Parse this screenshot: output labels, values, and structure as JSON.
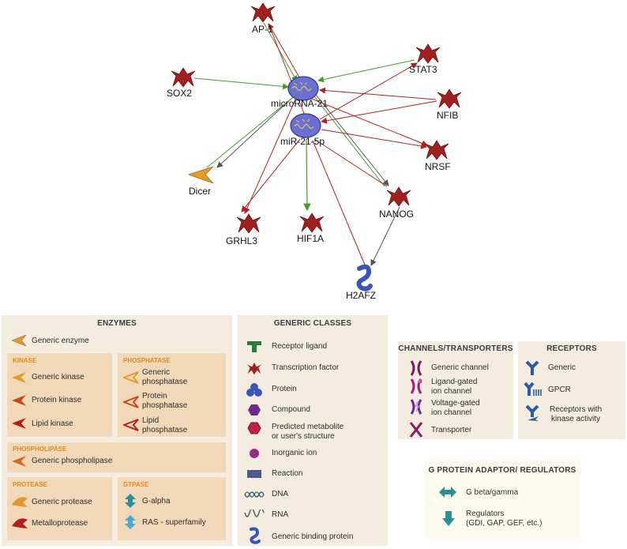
{
  "network": {
    "nodes": {
      "ap1": "AP-1",
      "stat3": "STAT3",
      "sox2": "SOX2",
      "microrna21": "microRNA-21",
      "nfib": "NFIB",
      "mir21_5p": "miR-21-5p",
      "dicer": "Dicer",
      "nrsf": "NRSF",
      "nanog": "NANOG",
      "grhl3": "GRHL3",
      "hif1a": "HIF1A",
      "h2afz": "H2AFZ"
    },
    "colors": {
      "activation": "#4a9a2a",
      "inhibition": "#b22020",
      "unspecified": "#555555"
    }
  },
  "legend": {
    "enzymes": {
      "title": "ENZYMES",
      "generic_enzyme": "Generic enzyme",
      "kinase": {
        "title": "KINASE",
        "items": [
          "Generic kinase",
          "Protein kinase",
          "Lipid kinase"
        ]
      },
      "phosphatase": {
        "title": "PHOSPHATASE",
        "items": [
          "Generic\nphosphatase",
          "Protein\nphosphatase",
          "Lipid\nphosphatase"
        ]
      },
      "phospholipase": {
        "title": "PHOSPHOLIPASE",
        "items": [
          "Generic phospholipase"
        ]
      },
      "protease": {
        "title": "PROTEASE",
        "items": [
          "Generic protease",
          "Metalloprotease"
        ]
      },
      "gtpase": {
        "title": "GTPASE",
        "items": [
          "G-alpha",
          "RAS - superfamily"
        ]
      }
    },
    "generic_classes": {
      "title": "GENERIC CLASSES",
      "items": [
        "Receptor ligand",
        "Transcription factor",
        "Protein",
        "Compound",
        "Predicted metabolite\nor user's structure",
        "Inorganic ion",
        "Reaction",
        "DNA",
        "RNA",
        "Generic binding protein"
      ]
    },
    "channels": {
      "title": "CHANNELS/TRANSPORTERS",
      "items": [
        "Generic channel",
        "Ligand-gated\nion channel",
        "Voltage-gated\nion channel",
        "Transporter"
      ]
    },
    "receptors": {
      "title": "RECEPTORS",
      "items": [
        "Generic",
        "GPCR",
        "Receptors with\nkinase activity"
      ]
    },
    "gprotein": {
      "title": "G PROTEIN ADAPTOR/ REGULATORS",
      "items": [
        "G beta/gamma",
        "Regulators\n(GDI, GAP, GEF, etc.)"
      ]
    }
  }
}
